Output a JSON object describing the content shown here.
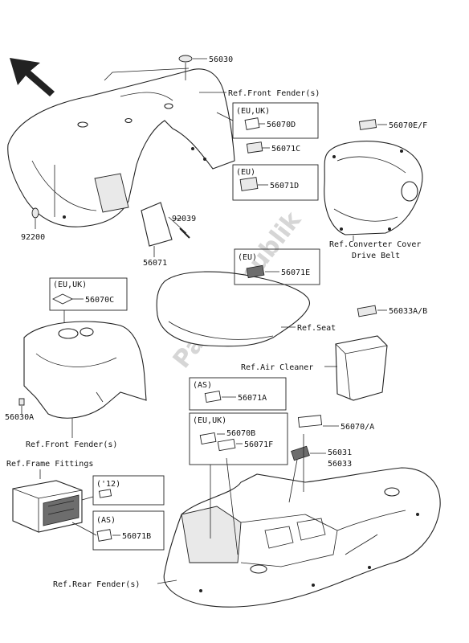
{
  "watermark": "PartsRepublik",
  "callouts": {
    "p56030": "56030",
    "front_fender_ref_1": "Ref.Front Fender(s)",
    "p56070d": "56070D",
    "p56071c": "56071C",
    "p56071d": "56071D",
    "p92039": "92039",
    "p92200": "92200",
    "p56071": "56071",
    "p56070ef": "56070E/F",
    "converter_ref_1": "Ref.Converter Cover",
    "converter_ref_2": "Drive Belt",
    "p56071e": "56071E",
    "p56070c": "56070C",
    "seat_ref": "Ref.Seat",
    "p56033ab": "56033A/B",
    "air_cleaner_ref": "Ref.Air Cleaner",
    "p56030a": "56030A",
    "front_fender_ref_2": "Ref.Front Fender(s)",
    "p56071a": "56071A",
    "p56070a": "56070/A",
    "p56070b": "56070B",
    "p56071f": "56071F",
    "p56031": "56031",
    "p56033": "56033",
    "frame_ref": "Ref.Frame Fittings",
    "p56071b": "56071B",
    "rear_fender_ref": "Ref.Rear Fender(s)"
  },
  "region_tags": {
    "eu_uk_1": "(EU,UK)",
    "eu_1": "(EU)",
    "eu_2": "(EU)",
    "eu_uk_2": "(EU,UK)",
    "as_1": "(AS)",
    "eu_uk_3": "(EU,UK)",
    "year_12": "('12)",
    "as_2": "(AS)"
  }
}
